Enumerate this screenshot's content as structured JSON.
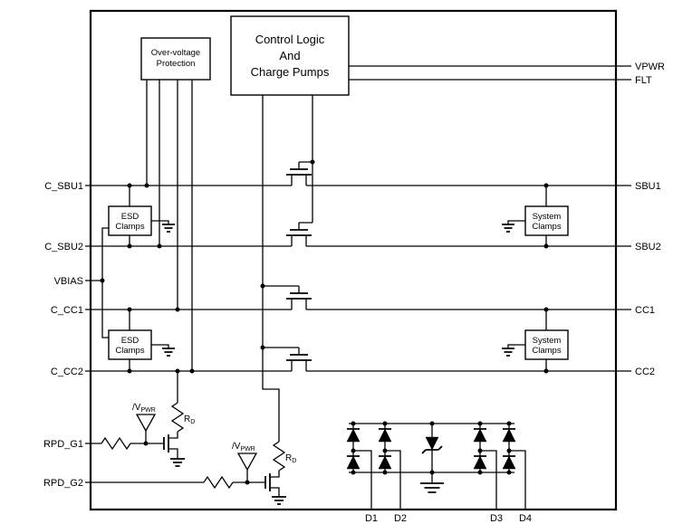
{
  "blocks": {
    "control_logic": {
      "line1": "Control Logic",
      "line2": "And",
      "line3": "Charge Pumps"
    },
    "ovp": {
      "line1": "Over-voltage",
      "line2": "Protection"
    },
    "esd": {
      "line1": "ESD",
      "line2": "Clamps"
    },
    "system": {
      "line1": "System",
      "line2": "Clamps"
    }
  },
  "pins": {
    "left": {
      "c_sbu1": "C_SBU1",
      "c_sbu2": "C_SBU2",
      "vbias": "VBIAS",
      "c_cc1": "C_CC1",
      "c_cc2": "C_CC2",
      "rpd_g1": "RPD_G1",
      "rpd_g2": "RPD_G2"
    },
    "right": {
      "vpwr": "VPWR",
      "flt": "FLT",
      "sbu1": "SBU1",
      "sbu2": "SBU2",
      "cc1": "CC1",
      "cc2": "CC2"
    },
    "bottom": {
      "d1": "D1",
      "d2": "D2",
      "d3": "D3",
      "d4": "D4"
    }
  },
  "labels": {
    "inv_vpwr_base": "/V",
    "inv_vpwr_sub": "PWR",
    "rd_base": "R",
    "rd_sub": "D"
  },
  "colors": {
    "line": "#000000",
    "background": "#ffffff"
  }
}
